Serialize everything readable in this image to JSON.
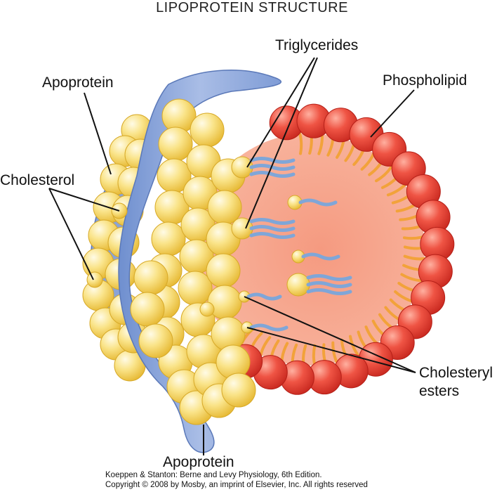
{
  "title": "LIPOPROTEIN STRUCTURE",
  "labels": {
    "triglycerides": "Triglycerides",
    "phospholipid": "Phospholipid",
    "apoprotein_top": "Apoprotein",
    "cholesterol": "Cholesterol",
    "cholesteryl_line1": "Cholesteryl",
    "cholesteryl_line2": "esters",
    "apoprotein_bottom": "Apoprotein"
  },
  "credit": {
    "line1": "Koeppen & Stanton: Berne and Levy Physiology, 6th Edition.",
    "line2": "Copyright © 2008 by Mosby, an imprint of Elsevier, Inc. All rights reserved"
  },
  "colors": {
    "phospholipid_head": "#e8443a",
    "core": "#f4a68e",
    "cholesterol_sphere": "#f8dc72",
    "apoprotein": "#8fa8d8",
    "fatty_acid_tail": "#9fc3e8"
  }
}
